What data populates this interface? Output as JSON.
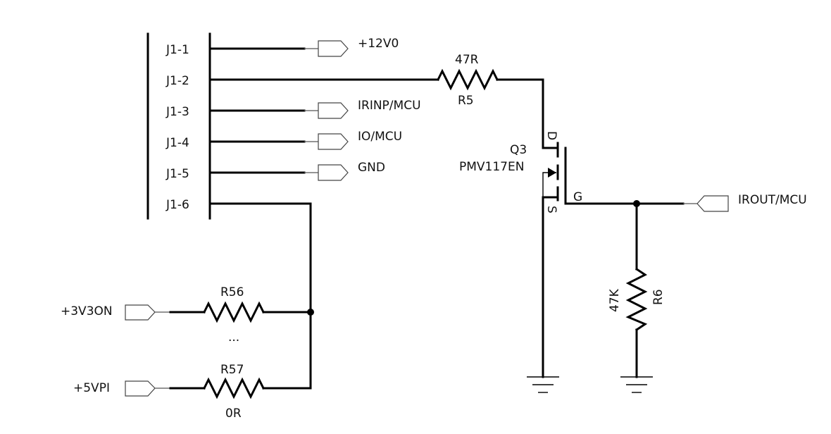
{
  "connector": {
    "pins": [
      "J1-1",
      "J1-2",
      "J1-3",
      "J1-4",
      "J1-5",
      "J1-6"
    ]
  },
  "nets": {
    "v12": "+12V0",
    "irinp": "IRINP/MCU",
    "io": "IO/MCU",
    "gnd": "GND",
    "irout": "IROUT/MCU",
    "v3v3": "+3V3ON",
    "v5": "+5VPI"
  },
  "components": {
    "r5": {
      "value": "47R",
      "ref": "R5"
    },
    "q3": {
      "ref": "Q3",
      "part": "PMV117EN",
      "pin_d": "D",
      "pin_s": "S",
      "pin_g": "G"
    },
    "r6": {
      "value": "47K",
      "ref": "R6"
    },
    "r56": {
      "ref": "R56"
    },
    "r57": {
      "ref": "R57",
      "value": "0R"
    }
  },
  "ellipsis": "..."
}
